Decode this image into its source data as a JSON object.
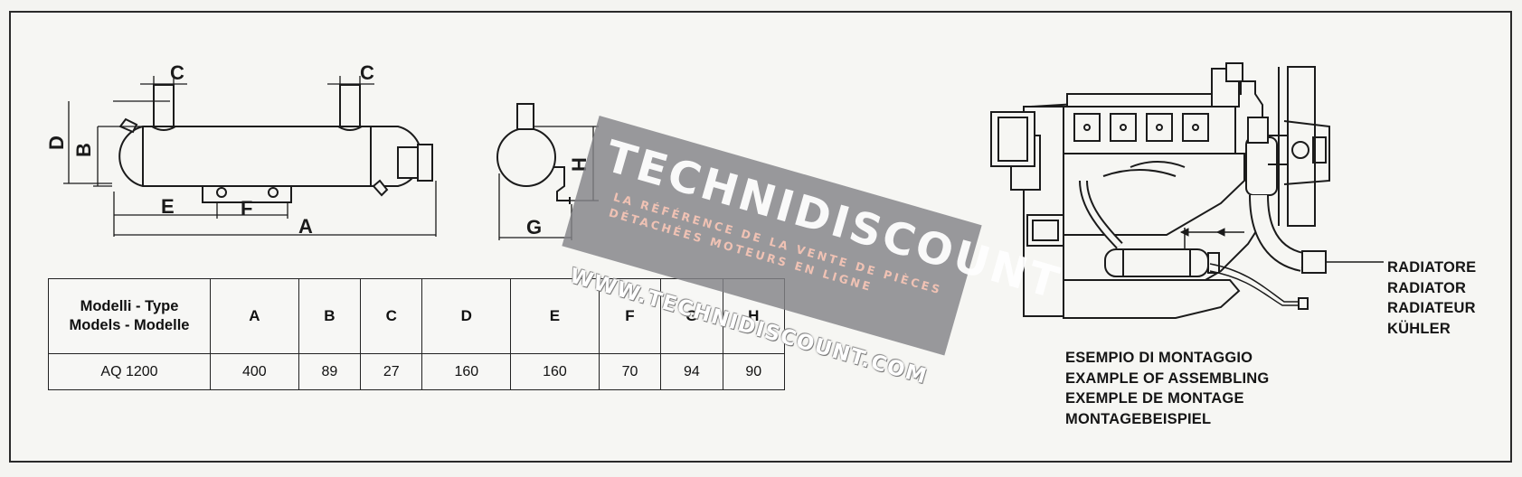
{
  "dimension_labels": {
    "a": "A",
    "b": "B",
    "c1": "C",
    "c2": "C",
    "d": "D",
    "e": "E",
    "f": "F",
    "g": "G",
    "h": "H"
  },
  "table": {
    "header_line1": "Modelli - Type",
    "header_line2": "Models - Modelle",
    "columns": [
      "A",
      "B",
      "C",
      "D",
      "E",
      "F",
      "G",
      "H"
    ],
    "row": {
      "model": "AQ 1200",
      "values": [
        "400",
        "89",
        "27",
        "160",
        "160",
        "70",
        "94",
        "90"
      ]
    }
  },
  "assembly_caption": [
    "ESEMPIO DI MONTAGGIO",
    "EXAMPLE OF ASSEMBLING",
    "EXEMPLE DE MONTAGE",
    "MONTAGEBEISPIEL"
  ],
  "radiator_caption": [
    "RADIATORE",
    "RADIATOR",
    "RADIATEUR",
    "KÜHLER"
  ],
  "watermark": {
    "brand": "TECHNIDISCOUNT",
    "line1": "LA RÉFÉRENCE DE LA VENTE DE PIÈCES",
    "line2": "DÉTACHÉES MOTEURS EN LIGNE",
    "url": "WWW.TECHNIDISCOUNT.COM"
  }
}
